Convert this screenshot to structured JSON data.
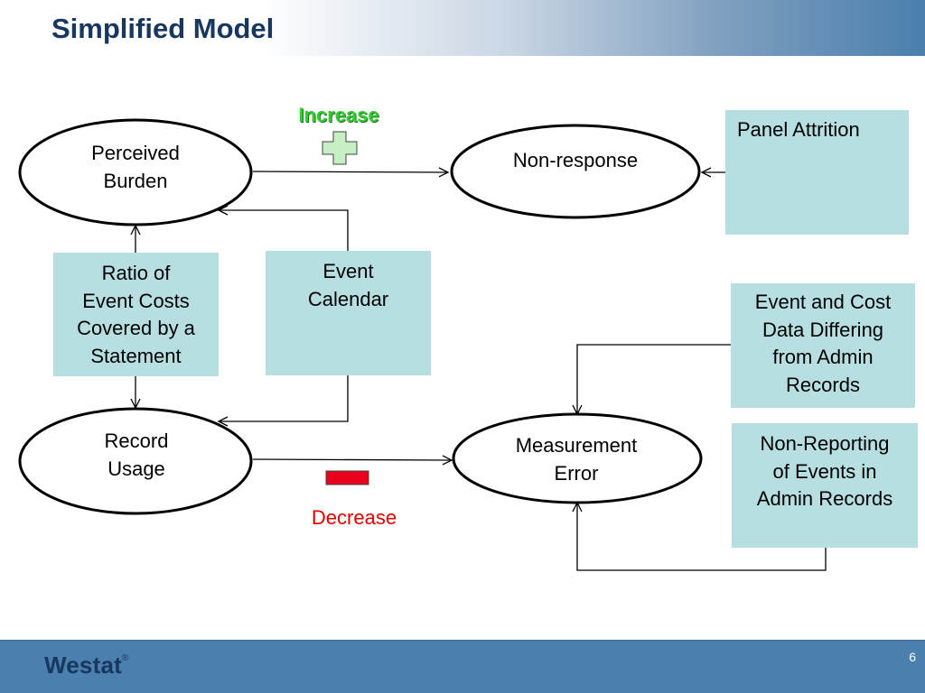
{
  "slide": {
    "title": "Simplified Model",
    "brand": "Westat",
    "brand_mark": "®",
    "page_number": "6"
  },
  "nodes": {
    "perceived_burden": {
      "line1": "Perceived",
      "line2": "Burden"
    },
    "non_response": {
      "label": "Non-response"
    },
    "record_usage": {
      "line1": "Record",
      "line2": "Usage"
    },
    "measurement_error": {
      "line1": "Measurement",
      "line2": "Error"
    }
  },
  "boxes": {
    "ratio": {
      "lines": [
        "Ratio of",
        "Event Costs",
        "Covered by a",
        "Statement"
      ]
    },
    "event_calendar": {
      "lines": [
        "Event",
        "Calendar"
      ]
    },
    "panel_attrition": {
      "lines": [
        "Panel Attrition"
      ]
    },
    "event_cost_diff": {
      "lines": [
        "Event and Cost",
        "Data Differing",
        "from Admin",
        "Records"
      ]
    },
    "non_reporting": {
      "lines": [
        "Non-Reporting",
        "of Events in",
        "Admin Records"
      ]
    }
  },
  "legend": {
    "increase": "Increase",
    "decrease": "Decrease"
  },
  "colors": {
    "box_fill": "#b7dfe2",
    "title": "#17375e",
    "footer": "#4a7fae",
    "increase": "#33cc33",
    "decrease": "#e00000"
  }
}
